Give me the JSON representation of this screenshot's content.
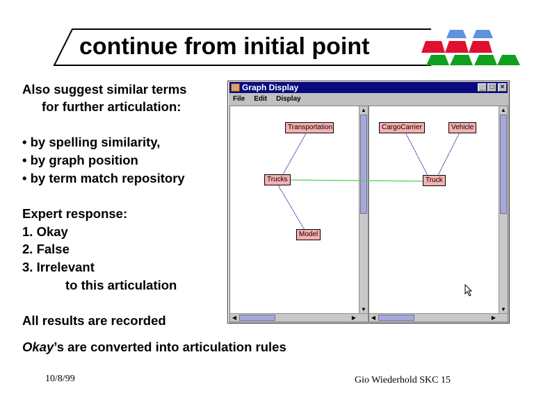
{
  "slide": {
    "title": "continue from initial point",
    "text_lines": [
      "Also suggest similar terms",
      "for further articulation:",
      "• by spelling similarity,",
      "• by graph position",
      "• by term match repository",
      "Expert response:",
      "1.  Okay",
      "2.   False",
      "3.   Irrelevant",
      "to this articulation",
      "All results are recorded"
    ],
    "okay_word": "Okay",
    "okay_rest": "’s are converted into articulation rules",
    "footer_date": "10/8/99",
    "footer_author": "Gio Wiederhold  SKC 15"
  },
  "window": {
    "title": "Graph Display",
    "menu": [
      "File",
      "Edit",
      "Display"
    ],
    "left_nodes": [
      "Transportation",
      "Trucks",
      "Model"
    ],
    "right_nodes": [
      "CargoCarrier",
      "Vehicle",
      "Truck"
    ]
  },
  "colors": {
    "titlebar": "#0a0a80",
    "node": "#f8b0b0",
    "edge": "#2020a0",
    "link": "#50d050",
    "logo_blue": "#6090e0",
    "logo_red": "#e01030",
    "logo_green": "#10a020"
  }
}
